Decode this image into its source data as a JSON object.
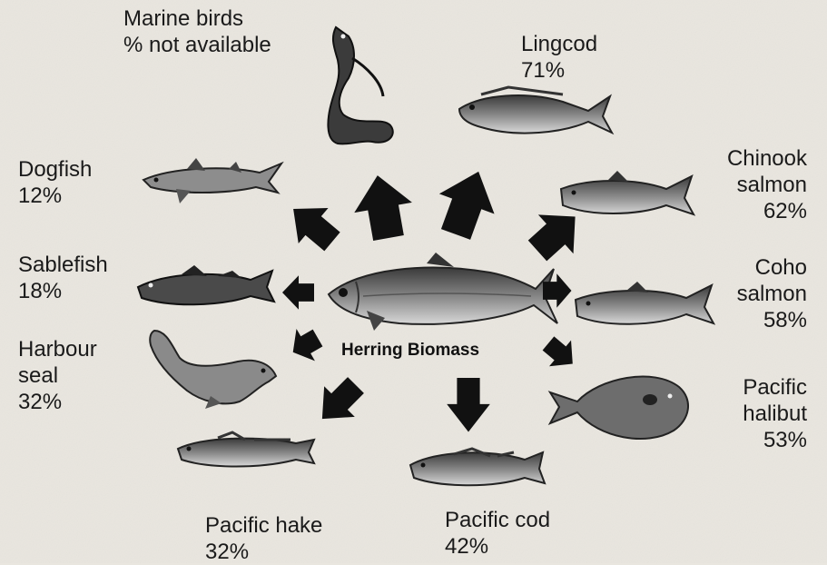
{
  "center_label": "Herring Biomass",
  "predators": [
    {
      "id": "marine-birds",
      "name": "Marine birds",
      "pct": "% not available",
      "icon": "bird-icon"
    },
    {
      "id": "lingcod",
      "name": "Lingcod",
      "pct": "71%",
      "icon": "lingcod-icon"
    },
    {
      "id": "chinook-salmon",
      "name": "Chinook\nsalmon",
      "pct": "62%",
      "icon": "salmon-icon"
    },
    {
      "id": "coho-salmon",
      "name": "Coho\nsalmon",
      "pct": "58%",
      "icon": "salmon-icon"
    },
    {
      "id": "pacific-halibut",
      "name": "Pacific\nhalibut",
      "pct": "53%",
      "icon": "halibut-icon"
    },
    {
      "id": "pacific-cod",
      "name": "Pacific cod",
      "pct": "42%",
      "icon": "cod-icon"
    },
    {
      "id": "pacific-hake",
      "name": "Pacific hake",
      "pct": "32%",
      "icon": "hake-icon"
    },
    {
      "id": "harbour-seal",
      "name": "Harbour\nseal",
      "pct": "32%",
      "icon": "seal-icon"
    },
    {
      "id": "sablefish",
      "name": "Sablefish",
      "pct": "18%",
      "icon": "sablefish-icon"
    },
    {
      "id": "dogfish",
      "name": "Dogfish",
      "pct": "12%",
      "icon": "shark-icon"
    }
  ],
  "colors": {
    "background": "#e9e6df",
    "ink": "#1a1a1a",
    "arrow": "#111111"
  }
}
